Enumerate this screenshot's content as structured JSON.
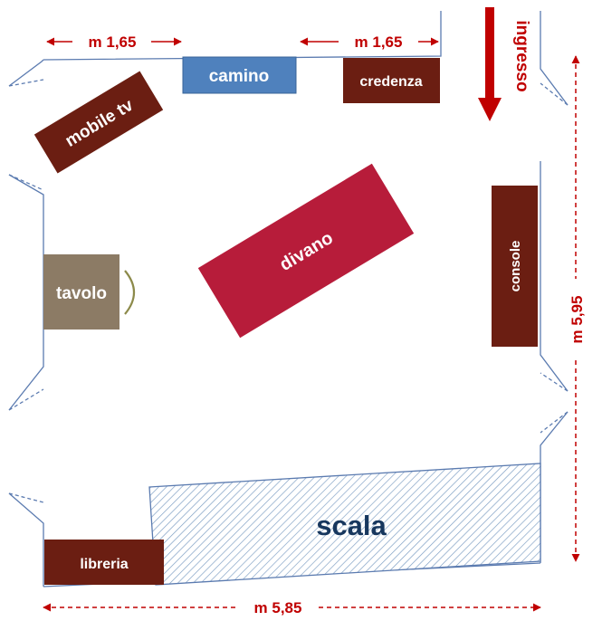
{
  "furniture": {
    "camino": "camino",
    "credenza": "credenza",
    "mobile_tv": "mobile tv",
    "divano": "divano",
    "tavolo": "tavolo",
    "console": "console",
    "libreria": "libreria",
    "scala": "scala"
  },
  "entrance": {
    "label": "ingresso"
  },
  "dimensions": {
    "top_left": "m 1,65",
    "top_right": "m 1,65",
    "right": "m 5,95",
    "bottom": "m 5,85"
  },
  "colors": {
    "dark_red": "#6b1e12",
    "crimson": "#b71c3a",
    "blue": "#4f81bd",
    "taupe": "#8c7b65",
    "arrow_red": "#c00000",
    "wall": "#5b7bb0",
    "dim": "#c00000"
  }
}
